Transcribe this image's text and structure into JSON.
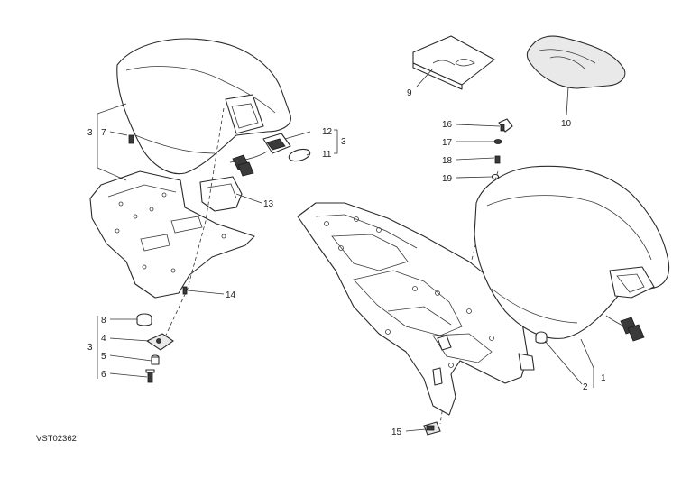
{
  "diagram_code": "VST02362",
  "callouts": {
    "c1": "1",
    "c2": "2",
    "c3_top": "3",
    "c3_right": "3",
    "c3_bottom": "3",
    "c4": "4",
    "c5": "5",
    "c6": "6",
    "c7": "7",
    "c8": "8",
    "c9": "9",
    "c10": "10",
    "c11": "11",
    "c12": "12",
    "c13": "13",
    "c14": "14",
    "c15": "15",
    "c16": "16",
    "c17": "17",
    "c18": "18",
    "c19": "19"
  }
}
